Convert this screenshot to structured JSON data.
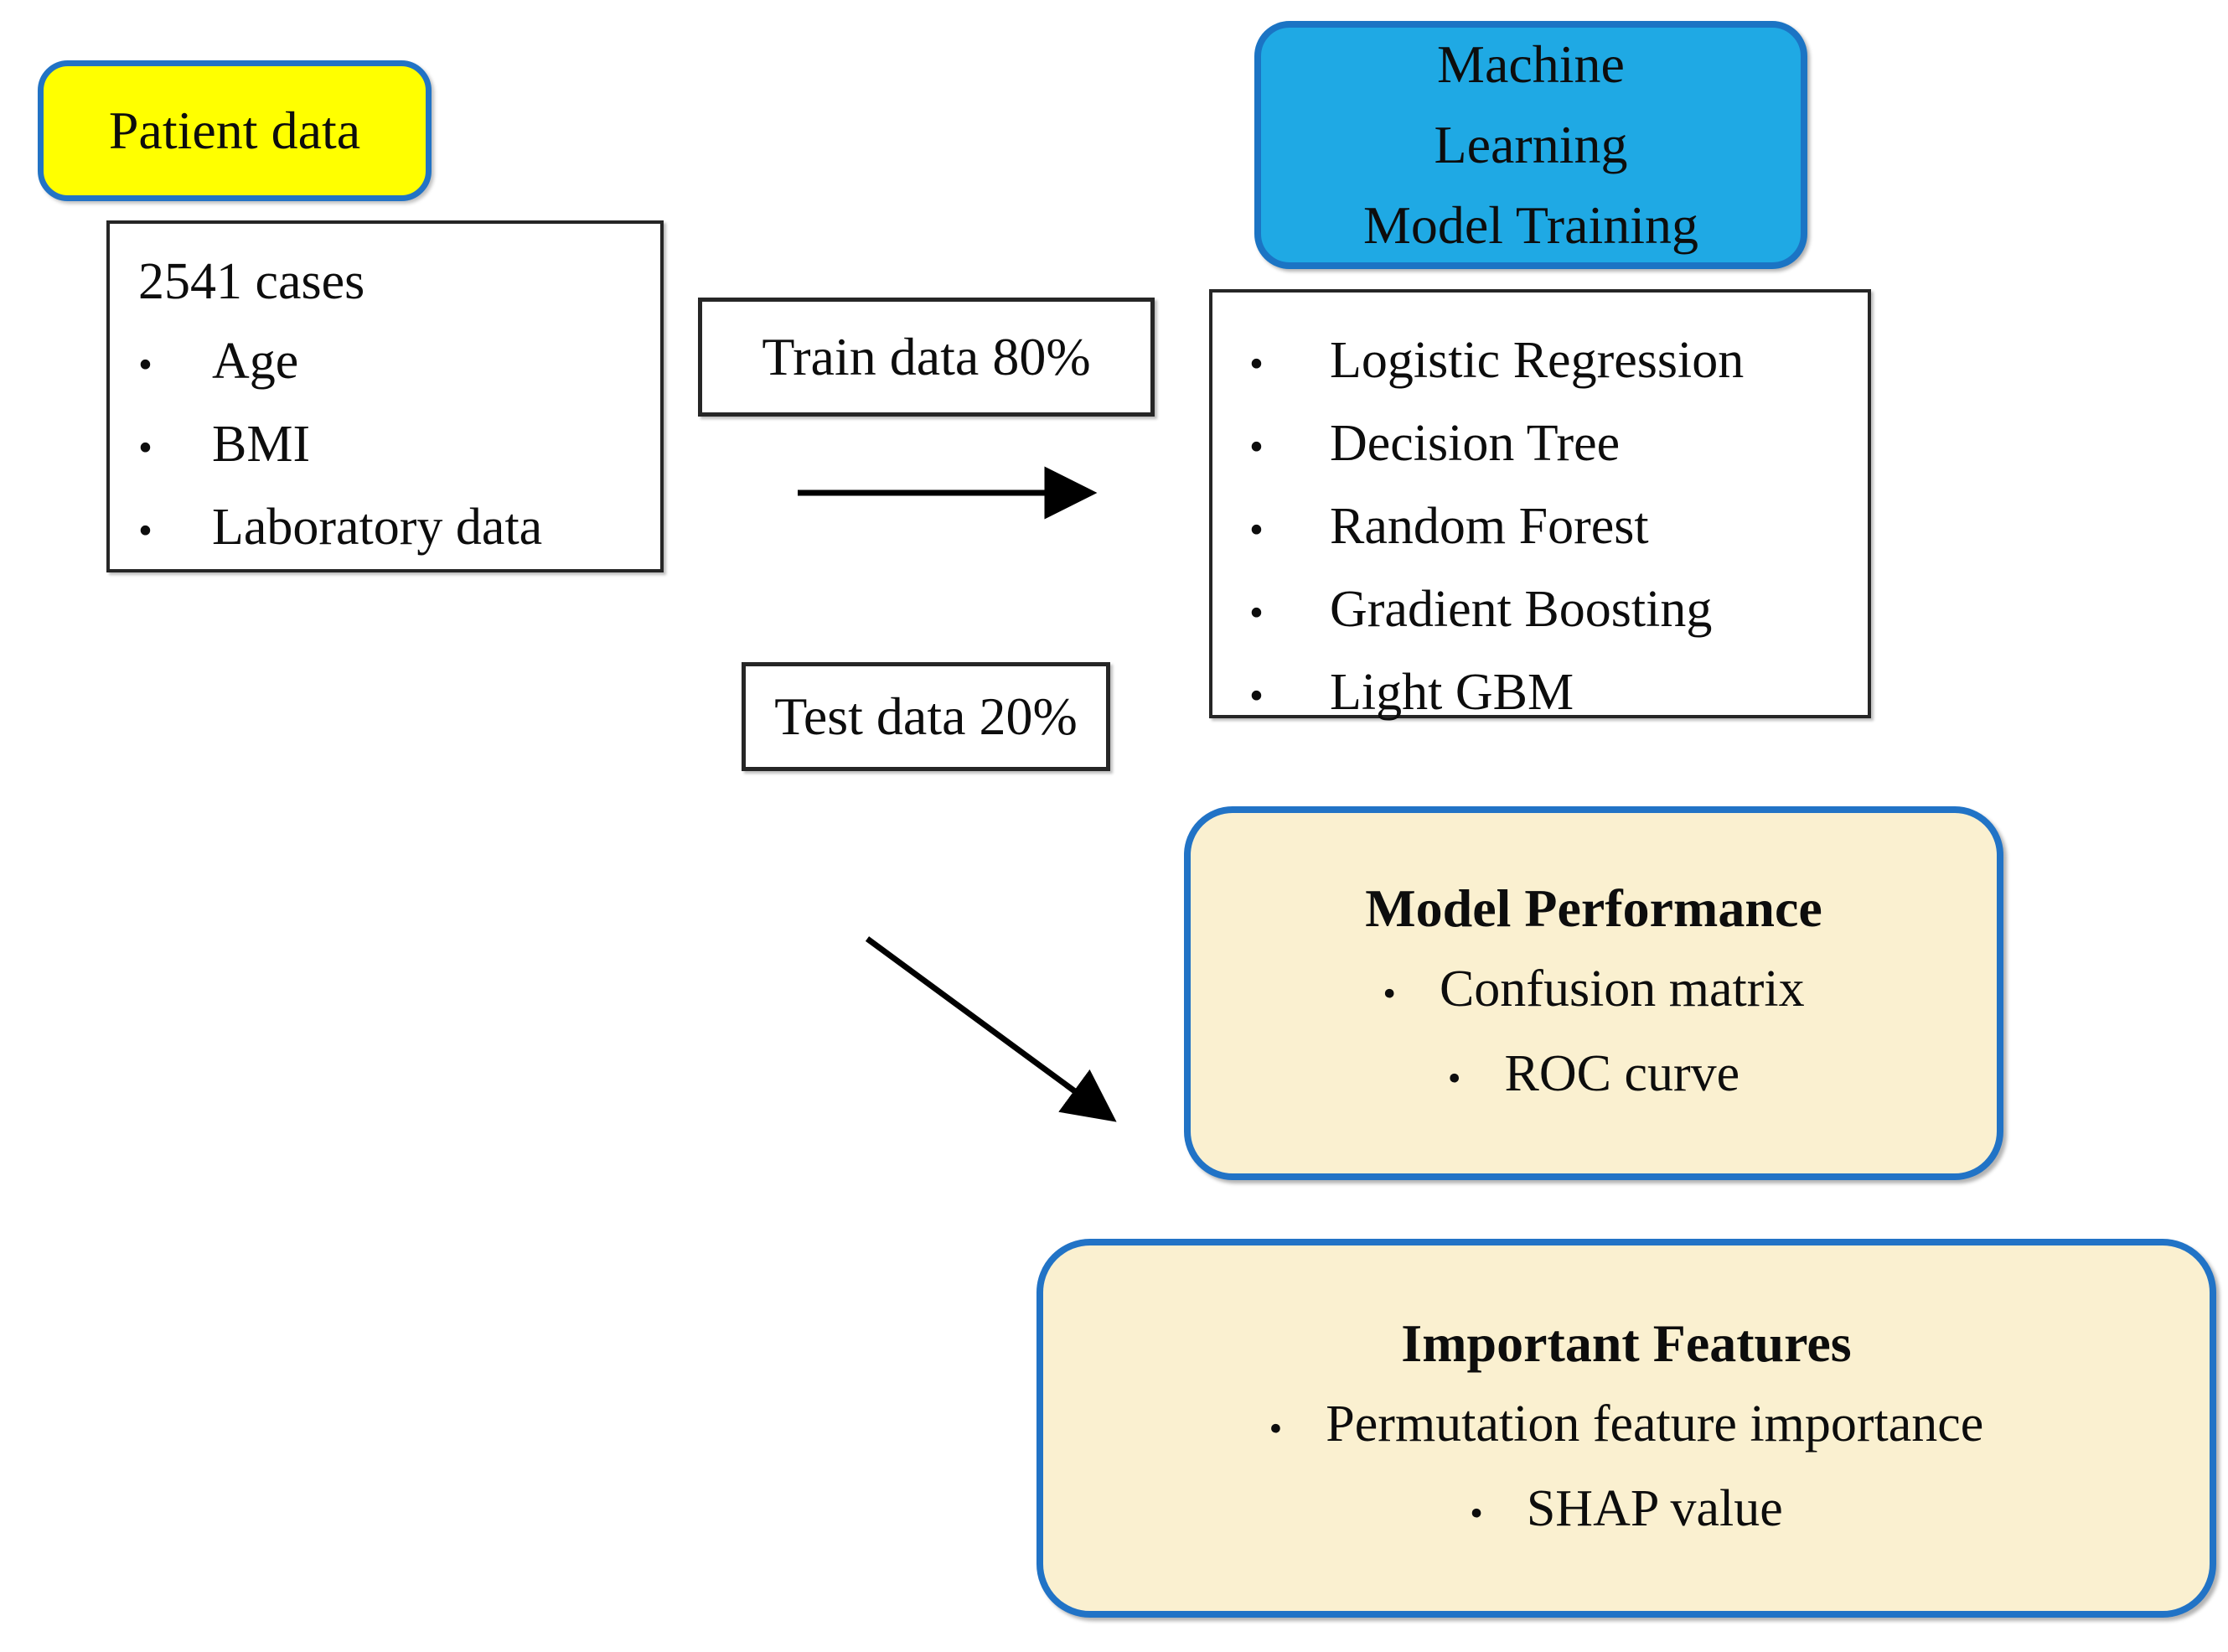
{
  "diagram": {
    "patient_data": {
      "label": "Patient data"
    },
    "cases_box": {
      "title": "2541 cases",
      "items": [
        "Age",
        "BMI",
        "Laboratory data"
      ]
    },
    "train_split": {
      "label": "Train data 80%"
    },
    "test_split": {
      "label": "Test data 20%"
    },
    "ml_training": {
      "lines": [
        "Machine",
        "Learning",
        "Model Training"
      ]
    },
    "ml_models": {
      "items": [
        "Logistic Regression",
        "Decision Tree",
        "Random Forest",
        "Gradient Boosting",
        "Light GBM"
      ]
    },
    "model_performance": {
      "title": "Model Performance",
      "items": [
        "Confusion matrix",
        "ROC curve"
      ]
    },
    "important_features": {
      "title": "Important Features",
      "items": [
        "Permutation feature importance",
        "SHAP value"
      ]
    },
    "colors": {
      "highlight_yellow": "#FFFF00",
      "node_blue_fill": "#1FA9E4",
      "node_blue_border": "#1B74C4",
      "result_cream_fill": "#FAF0D0",
      "result_cream_border": "#2173C6",
      "arrow_black": "#000000"
    }
  }
}
